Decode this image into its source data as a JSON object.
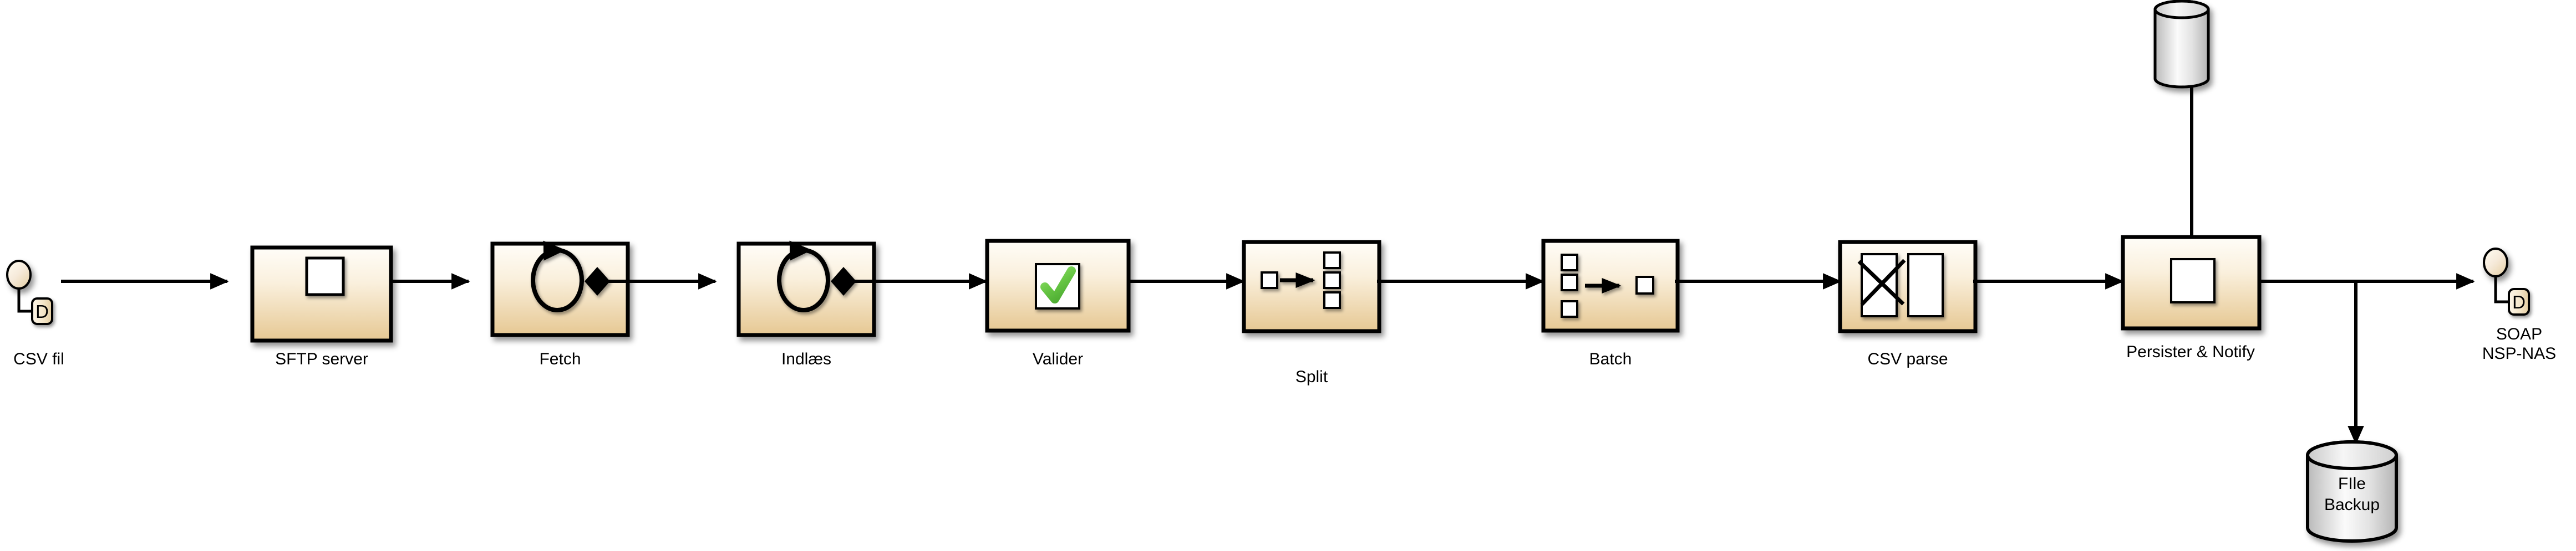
{
  "diagram": {
    "title": "CSV file integration flow",
    "type": "enterprise-integration-pattern-flow",
    "background_color": "#ffffff",
    "palette": {
      "node_fill_top": "#fdfaf3",
      "node_fill_bottom": "#e9cd9a",
      "node_stroke": "#000000",
      "endpoint_fill": "#f7edd6",
      "database_fill_light": "#ffffff",
      "database_fill_dark": "#bdbdbd",
      "connector": "#000000",
      "poll_arrow": "#808080",
      "check_green": "#6fcf4a",
      "icon_white": "#ffffff"
    },
    "nodes": [
      {
        "id": "csv-fil",
        "label": "CSV fil",
        "kind": "message-endpoint",
        "icon": "endpoint-circle-icon",
        "badge": "D"
      },
      {
        "id": "sftp-server",
        "label": "SFTP server",
        "kind": "channel-box",
        "icon": "message-square-icon"
      },
      {
        "id": "fetch",
        "label": "Fetch",
        "kind": "channel-box",
        "icon": "polling-consumer-icon"
      },
      {
        "id": "indlaes",
        "label": "Indlæs",
        "kind": "channel-box",
        "icon": "polling-consumer-icon"
      },
      {
        "id": "valider",
        "label": "Valider",
        "kind": "channel-box",
        "icon": "validator-check-icon"
      },
      {
        "id": "split",
        "label": "Split",
        "kind": "channel-box",
        "icon": "splitter-icon"
      },
      {
        "id": "batch",
        "label": "Batch",
        "kind": "channel-box",
        "icon": "aggregator-icon"
      },
      {
        "id": "csv-parse",
        "label": "CSV parse",
        "kind": "channel-box",
        "icon": "translator-icon"
      },
      {
        "id": "persister-notify",
        "label": "Persister & Notify",
        "kind": "channel-box",
        "icon": "message-endpoint-icon"
      },
      {
        "id": "soap-nsp-nas",
        "label": "SOAP\nNSP-NAS",
        "label_line1": "SOAP",
        "label_line2": "NSP-NAS",
        "kind": "message-endpoint",
        "icon": "endpoint-circle-icon",
        "badge": "D"
      },
      {
        "id": "database-top",
        "label": "",
        "kind": "database",
        "icon": "database-cylinder-icon"
      },
      {
        "id": "file-backup",
        "label": "FIle\nBackup",
        "label_line1": "FIle",
        "label_line2": "Backup",
        "kind": "database",
        "icon": "database-cylinder-icon"
      }
    ],
    "connections": [
      {
        "from": "csv-fil",
        "to": "sftp-server",
        "style": "solid-arrow-then-poll"
      },
      {
        "from": "sftp-server",
        "to": "fetch",
        "style": "solid-arrow-then-poll"
      },
      {
        "from": "fetch",
        "to": "indlaes",
        "style": "solid-arrow-then-poll"
      },
      {
        "from": "indlaes",
        "to": "valider",
        "style": "solid-arrow"
      },
      {
        "from": "valider",
        "to": "split",
        "style": "solid-arrow"
      },
      {
        "from": "split",
        "to": "batch",
        "style": "solid-arrow"
      },
      {
        "from": "batch",
        "to": "csv-parse",
        "style": "solid-arrow"
      },
      {
        "from": "csv-parse",
        "to": "persister-notify",
        "style": "solid-arrow"
      },
      {
        "from": "persister-notify",
        "to": "database-top",
        "style": "solid-arrow-up"
      },
      {
        "from": "persister-notify",
        "to": "soap-nsp-nas",
        "style": "solid-arrow"
      },
      {
        "from": "persister-notify",
        "to": "file-backup",
        "style": "solid-arrow-down-branch"
      }
    ]
  },
  "labels": {
    "csv_fil": "CSV fil",
    "sftp_server": "SFTP server",
    "fetch": "Fetch",
    "indlaes": "Indlæs",
    "valider": "Valider",
    "split": "Split",
    "batch": "Batch",
    "csv_parse": "CSV parse",
    "persister_notify": "Persister & Notify",
    "soap_line1": "SOAP",
    "soap_line2": "NSP-NAS",
    "file_backup_line1": "FIle",
    "file_backup_line2": "Backup",
    "badge_d_left": "D",
    "badge_d_right": "D"
  }
}
